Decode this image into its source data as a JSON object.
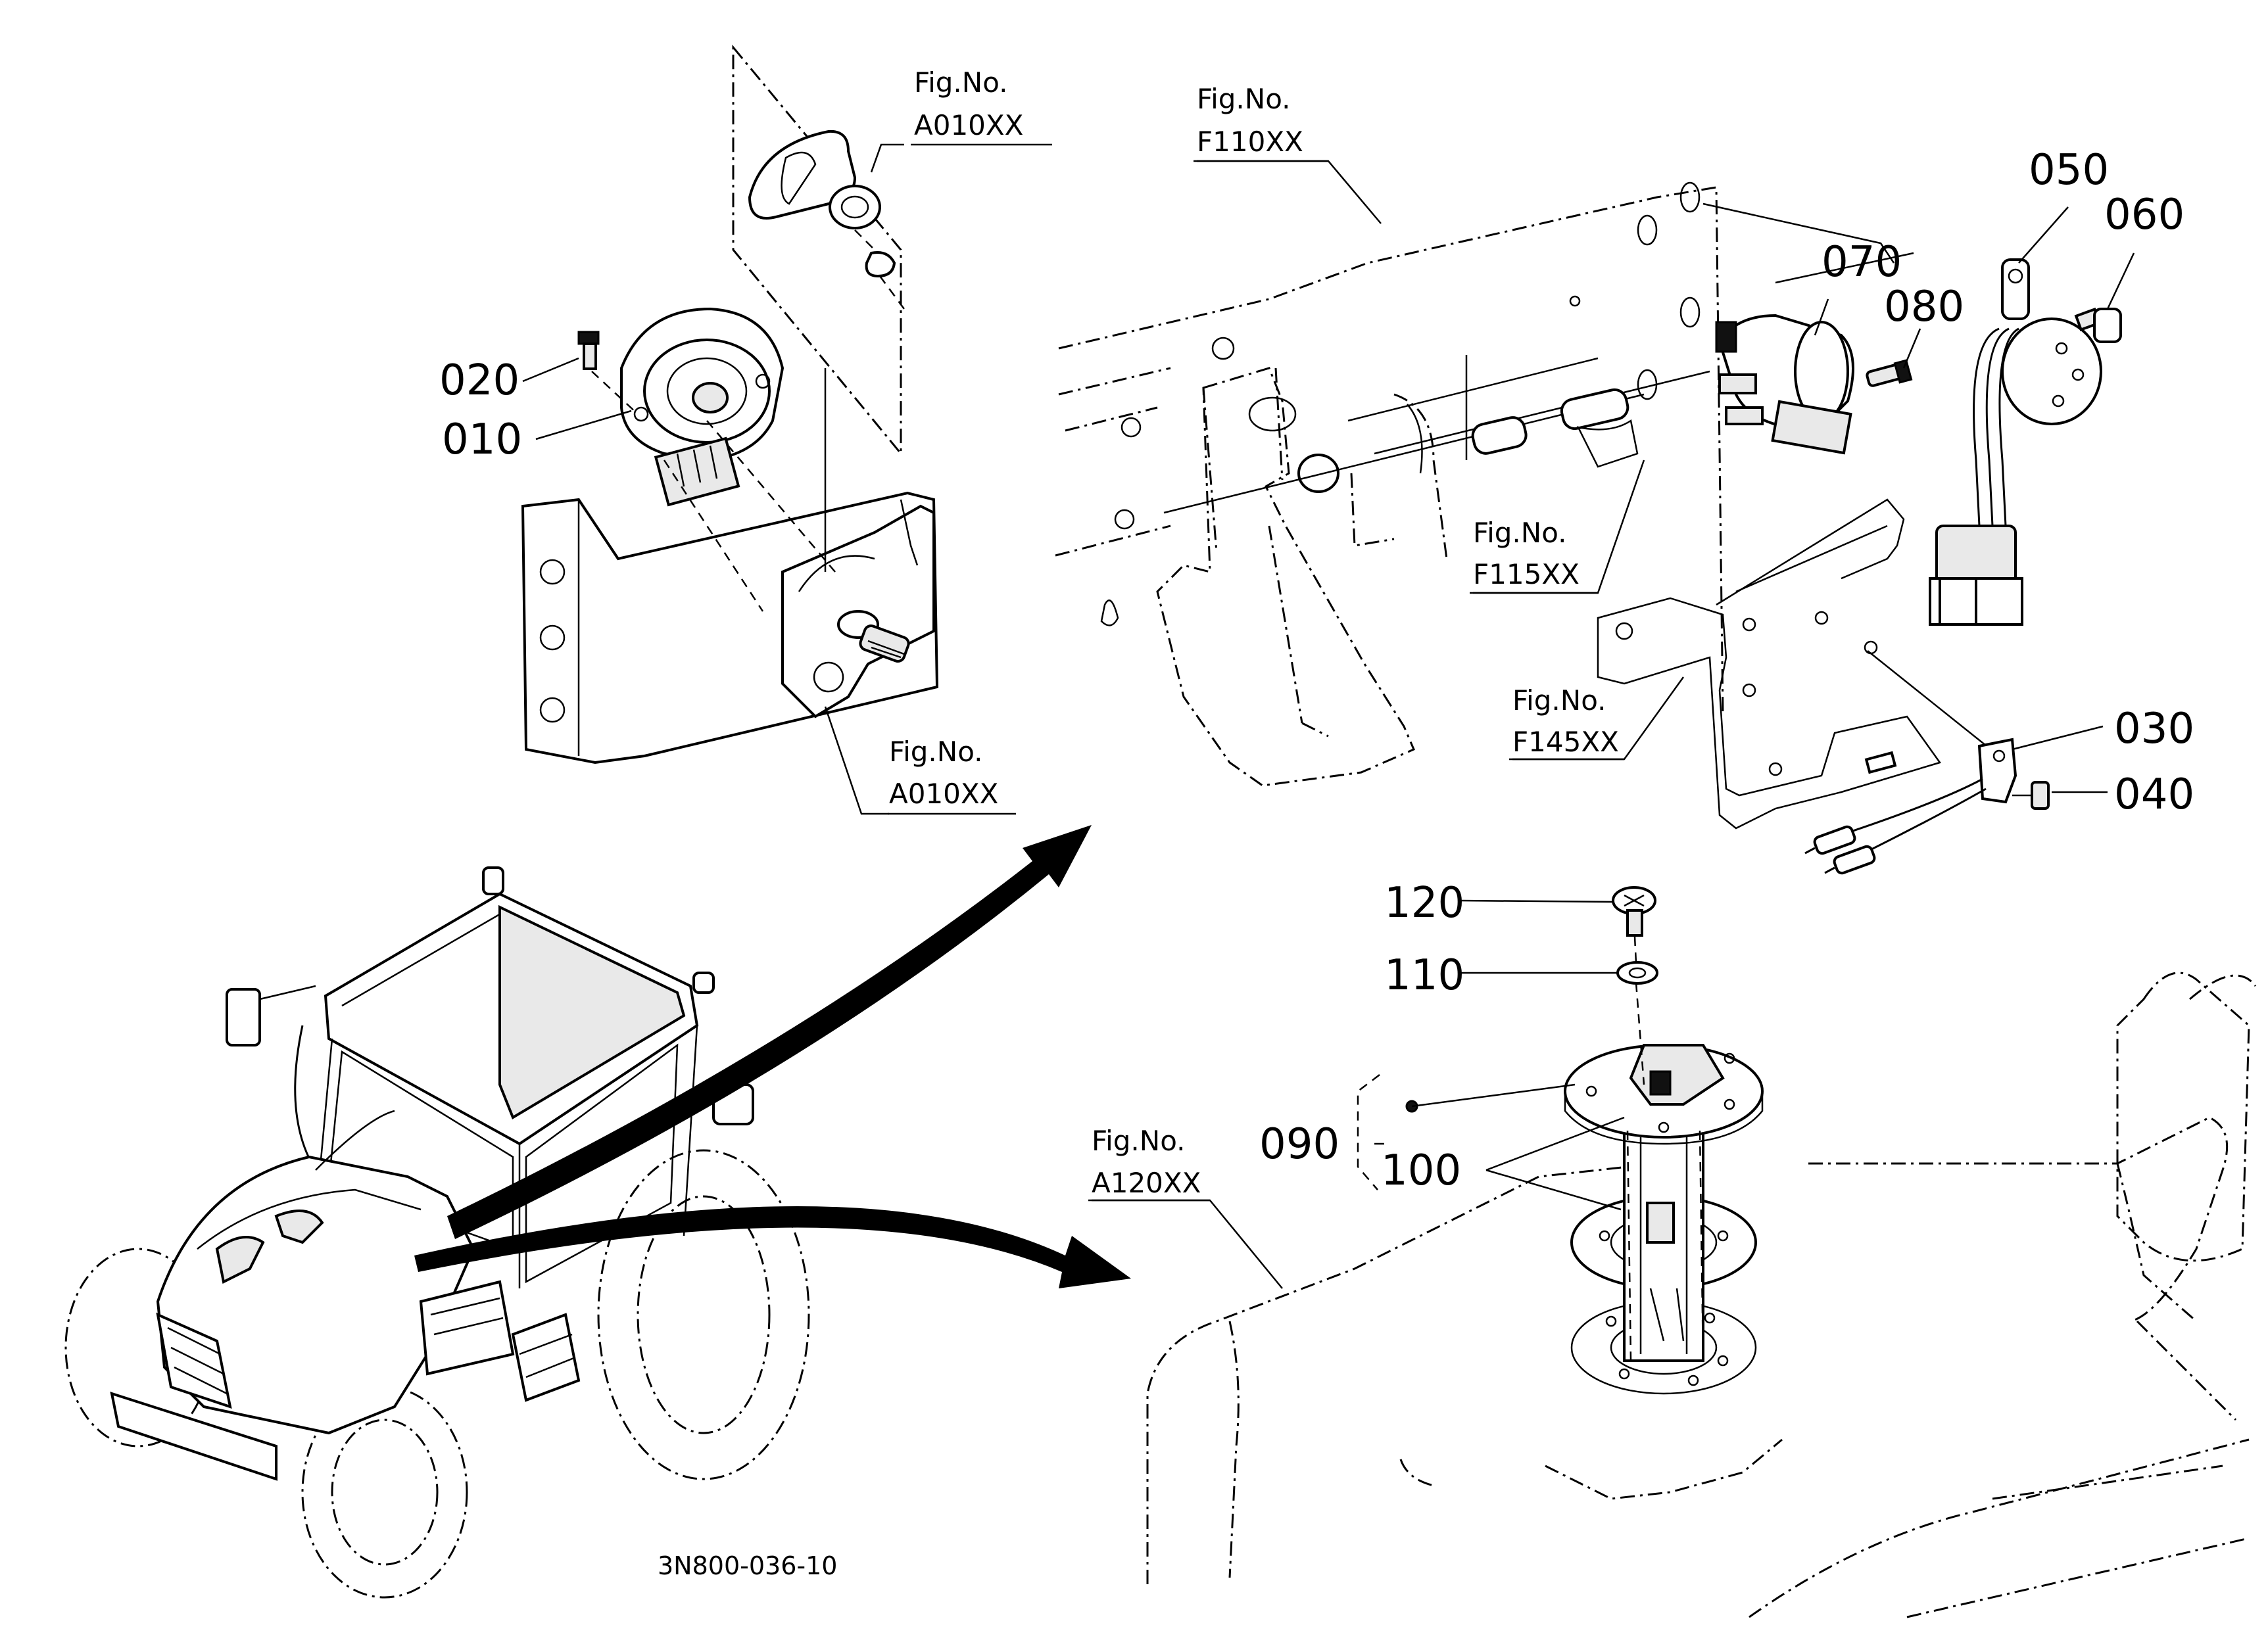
{
  "drawing_code": "3N800-036-10",
  "figure_refs": [
    {
      "line1": "Fig.No.",
      "line2": "A010XX"
    },
    {
      "line1": "Fig.No.",
      "line2": "A010XX"
    },
    {
      "line1": "Fig.No.",
      "line2": "F110XX"
    },
    {
      "line1": "Fig.No.",
      "line2": "F115XX"
    },
    {
      "line1": "Fig.No.",
      "line2": "F145XX"
    },
    {
      "line1": "Fig.No.",
      "line2": "A120XX"
    }
  ],
  "part_numbers": [
    "010",
    "020",
    "030",
    "040",
    "050",
    "060",
    "070",
    "080",
    "090",
    "100",
    "110",
    "120"
  ]
}
